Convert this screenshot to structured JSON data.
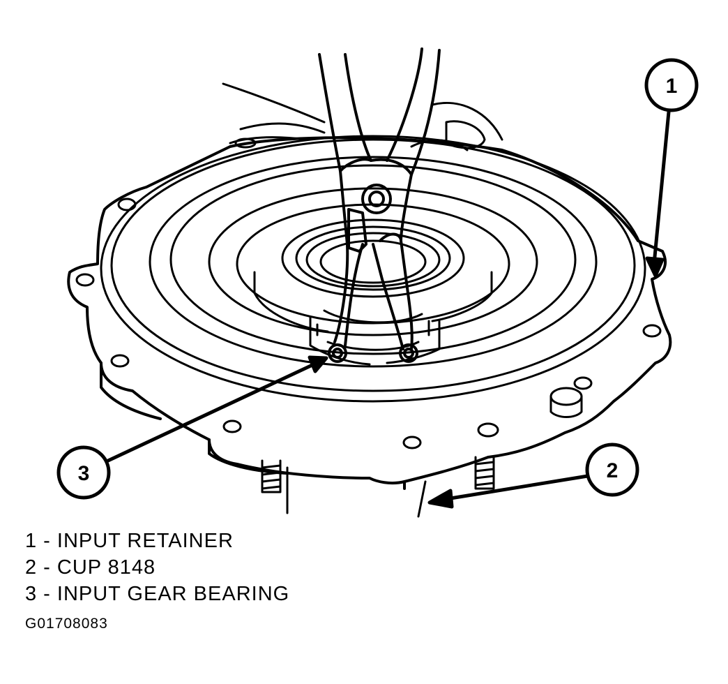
{
  "callouts": [
    {
      "number": "1",
      "part": "INPUT RETAINER"
    },
    {
      "number": "2",
      "part": "CUP 8148"
    },
    {
      "number": "3",
      "part": "INPUT GEAR BEARING"
    }
  ],
  "legend": [
    {
      "text": "1 - INPUT RETAINER"
    },
    {
      "text": "2 - CUP 8148"
    },
    {
      "text": "3 - INPUT GEAR BEARING"
    }
  ],
  "figure_id": "G01708083"
}
